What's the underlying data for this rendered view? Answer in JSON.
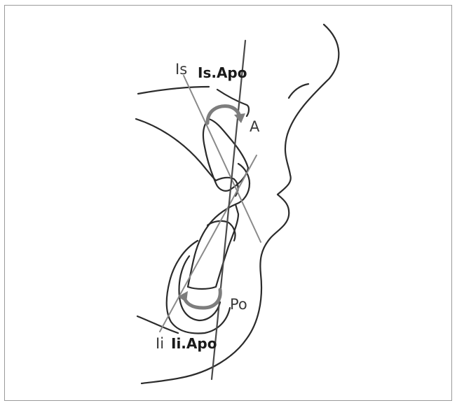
{
  "labels": {
    "is": "Is",
    "is_apo": "Is.Apo",
    "a_point": "A",
    "po_point": "Po",
    "ii": "Ii",
    "ii_apo": "Ii.Apo"
  }
}
